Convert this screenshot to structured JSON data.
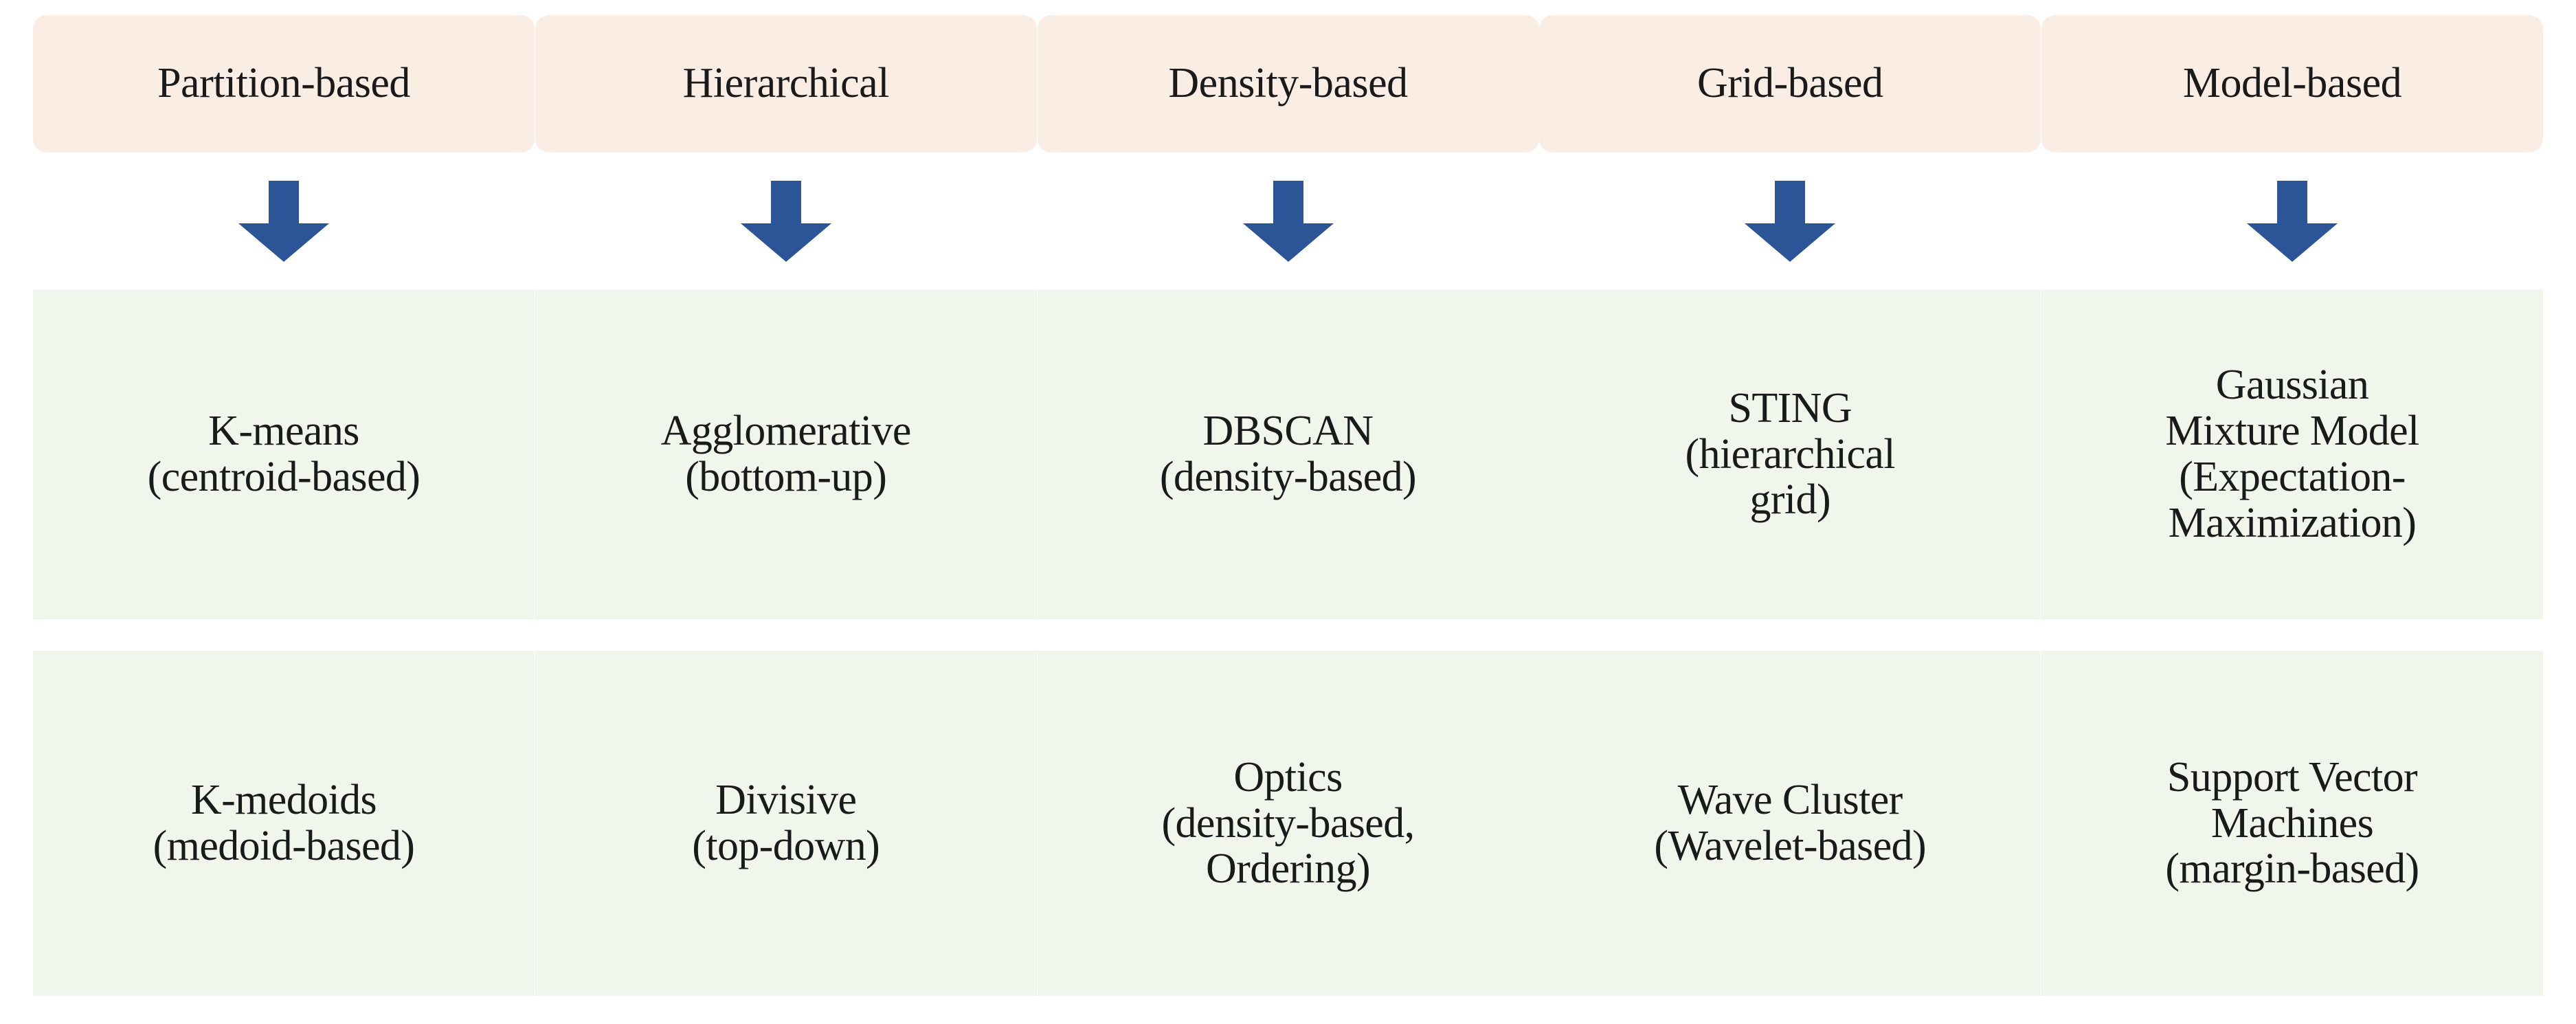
{
  "palette": {
    "background": "#FFFFFF",
    "header_box_fill": "#FAEDE3",
    "cell_fill": "#F1F6EC",
    "arrow_fill": "#2B5597",
    "text": "#1A1A1A"
  },
  "diagram": {
    "type": "taxonomy-grid",
    "rows": 2,
    "columns": 5
  },
  "columns": [
    {
      "header": "Partition-based",
      "arrow_icon": "down-arrow-icon",
      "items": [
        "K-means\n(centroid-based)",
        "K-medoids\n(medoid-based)"
      ]
    },
    {
      "header": "Hierarchical",
      "arrow_icon": "down-arrow-icon",
      "items": [
        "Agglomerative\n(bottom-up)",
        "Divisive\n(top-down)"
      ]
    },
    {
      "header": "Density-based",
      "arrow_icon": "down-arrow-icon",
      "items": [
        "DBSCAN\n(density-based)",
        "Optics\n(density-based,\nOrdering)"
      ]
    },
    {
      "header": "Grid-based",
      "arrow_icon": "down-arrow-icon",
      "items": [
        "STING\n(hierarchical\ngrid)",
        "Wave Cluster\n(Wavelet-based)"
      ]
    },
    {
      "header": "Model-based",
      "arrow_icon": "down-arrow-icon",
      "items": [
        "Gaussian\nMixture Model\n(Expectation-\nMaximization)",
        "Support Vector\nMachines\n(margin-based)"
      ]
    }
  ]
}
